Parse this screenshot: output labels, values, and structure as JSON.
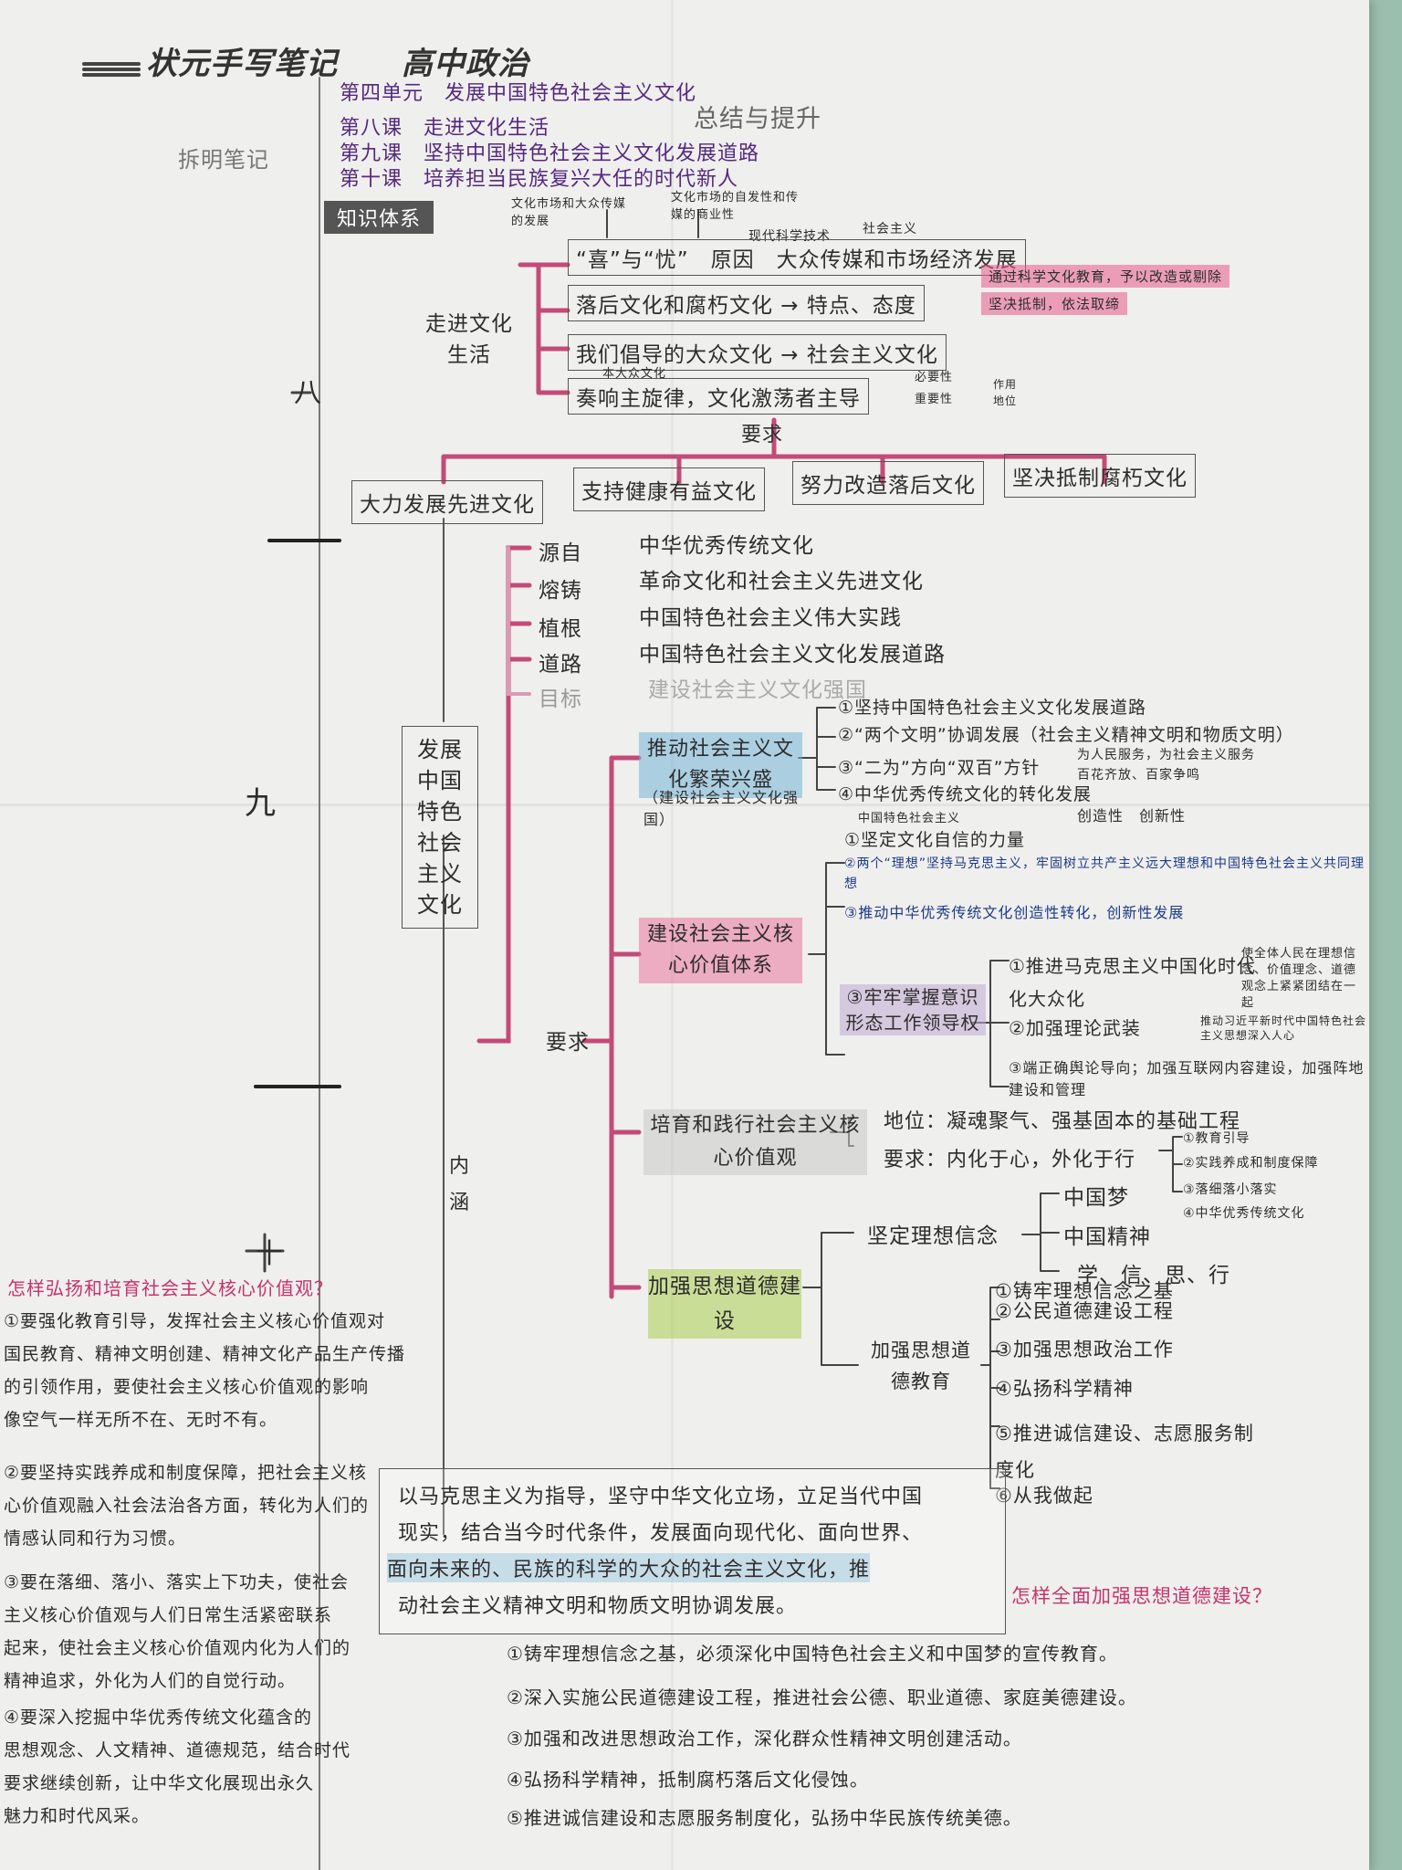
{
  "brand": "状元手写笔记",
  "subject": "高中政治",
  "side_label": "拆明笔记",
  "summary_title": "总结与提升",
  "header_lines": [
    "第四单元　发展中国特色社会主义文化",
    "第八课　走进文化生活",
    "第九课　坚持中国特色社会主义文化发展道路",
    "第十课　培养担当民族复兴大任的时代新人"
  ],
  "knowledge_tag": "知识体系",
  "margin_marks": [
    "八",
    "九",
    "十"
  ],
  "top_notes": {
    "a": "文化市场和大众传媒的发展",
    "b": "文化市场的自发性和传媒的商业性",
    "c": "现代科学技术",
    "d": "社会主义"
  },
  "unit8": {
    "root": "走进文化生活",
    "b1": "“喜”与“忧”　原因　大众传媒和市场经济发展",
    "b2": "落后文化和腐朽文化 → 特点、态度",
    "b2_right1": "通过科学文化教育，予以改造或剔除",
    "b2_right2": "坚决抵制，依法取缔",
    "b3": "我们倡导的大众文化 → 社会主义文化",
    "b3_note": "本大众文化",
    "b4": "奏响主旋律，文化激荡者主导",
    "b4_right": [
      "必要性",
      "重要性"
    ],
    "b4_right2": [
      "作用",
      "地位"
    ],
    "req": "要求"
  },
  "four_boxes": [
    "大力发展先进文化",
    "支持健康有益文化",
    "努力改造落后文化",
    "坚决抵制腐朽文化"
  ],
  "unit9": {
    "center": "发展中国特色社会主义文化",
    "inner_label": "内涵",
    "source_rows": [
      {
        "k": "源自",
        "v": "中华优秀传统文化"
      },
      {
        "k": "熔铸",
        "v": "革命文化和社会主义先进文化"
      },
      {
        "k": "植根",
        "v": "中国特色社会主义伟大实践"
      },
      {
        "k": "道路",
        "v": "中国特色社会主义文化发展道路"
      },
      {
        "k": "目标",
        "v": "建设社会主义文化强国"
      }
    ],
    "req": "要求"
  },
  "branch_a": {
    "label": "推动社会主义文化繁荣兴盛",
    "sub": "（建设社会主义文化强国）",
    "items": [
      "①坚持中国特色社会主义文化发展道路",
      "②“两个文明”协调发展（社会主义精神文明和物质文明）",
      "③“二为”方向“双百”方针",
      "④中华优秀传统文化的转化发展"
    ],
    "notes": [
      "为人民服务，为社会主义服务",
      "百花齐放、百家争鸣",
      "创造性　创新性"
    ]
  },
  "branch_b": {
    "label": "建设社会主义核心价值体系",
    "items": [
      "①坚定文化自信的力量",
      "②两个“理想”坚持马克思主义，牢固树立共产主义远大理想和中国特色社会主义共同理想",
      "③推动中华优秀传统文化创造性转化，创新性发展"
    ],
    "note_top": "中国特色社会主义",
    "ideology": "③牢牢掌握意识形态工作领导权",
    "ideo_items": [
      "①推进马克思主义中国化时代化大众化",
      "②加强理论武装",
      "③端正确舆论导向；加强互联网内容建设，加强阵地建设和管理"
    ],
    "ideo_notes": [
      "使全体人民在理想信念、价值理念、道德观念上紧紧团结在一起",
      "推动习近平新时代中国特色社会主义思想深入人心"
    ]
  },
  "branch_c": {
    "label": "培育和践行社会主义核心价值观",
    "status": "地位：凝魂聚气、强基固本的基础工程",
    "require": "要求：内化于心，外化于行",
    "sub": [
      "①教育引导",
      "②实践养成和制度保障",
      "③落细落小落实",
      "④中华优秀传统文化"
    ]
  },
  "branch_d": {
    "label": "加强思想道德建设",
    "firm": "坚定理想信念",
    "firm_items": [
      "中国梦",
      "中国精神",
      "学、信、思、行"
    ],
    "moral": "加强思想道德教育",
    "moral_items": [
      "①铸牢理想信念之基",
      "②公民道德建设工程",
      "③加强思想政治工作",
      "④弘扬科学精神",
      "⑤推进诚信建设、志愿服务制度化",
      "⑥从我做起"
    ]
  },
  "q_left": {
    "title": "怎样弘扬和培育社会主义核心价值观？",
    "lines": [
      "①要强化教育引导，发挥社会主义核心价值观对",
      "国民教育、精神文明创建、精神文化产品生产传播",
      "的引领作用，要使社会主义核心价值观的影响",
      "像空气一样无所不在、无时不有。",
      "②要坚持实践养成和制度保障，把社会主义核",
      "心价值观融入社会法治各方面，转化为人们的",
      "情感认同和行为习惯。",
      "③要在落细、落小、落实上下功夫，使社会",
      "主义核心价值观与人们日常生活紧密联系",
      "起来，使社会主义核心价值观内化为人们的",
      "精神追求，外化为人们的自觉行动。",
      "④要深入挖掘中华优秀传统文化蕴含的",
      "思想观念、人文精神、道德规范，结合时代",
      "要求继续创新，让中华文化展现出永久",
      "魅力和时代风采。"
    ]
  },
  "center_box": {
    "line1": "以马克思主义为指导，坚守中华文化立场，立足当代中国",
    "line2": "现实，结合当今时代条件，发展面向现代化、面向世界、",
    "line3": "面向未来的、民族的科学的大众的社会主义文化，推",
    "line4": "动社会主义精神文明和物质文明协调发展。"
  },
  "q_right": {
    "title": "怎样全面加强思想道德建设？",
    "lines": [
      "①铸牢理想信念之基，必须深化中国特色社会主义和中国梦的宣传教育。",
      "②深入实施公民道德建设工程，推进社会公德、职业道德、家庭美德建设。",
      "③加强和改进思想政治工作，深化群众性精神文明创建活动。",
      "④弘扬科学精神，抵制腐朽落后文化侵蚀。",
      "⑤推进诚信建设和志愿服务制度化，弘扬中华民族传统美德。"
    ]
  },
  "colors": {
    "pink": "#d1477c",
    "blue": "#2b4aa3",
    "purple": "#55297f",
    "ink": "#2d2d2d"
  }
}
